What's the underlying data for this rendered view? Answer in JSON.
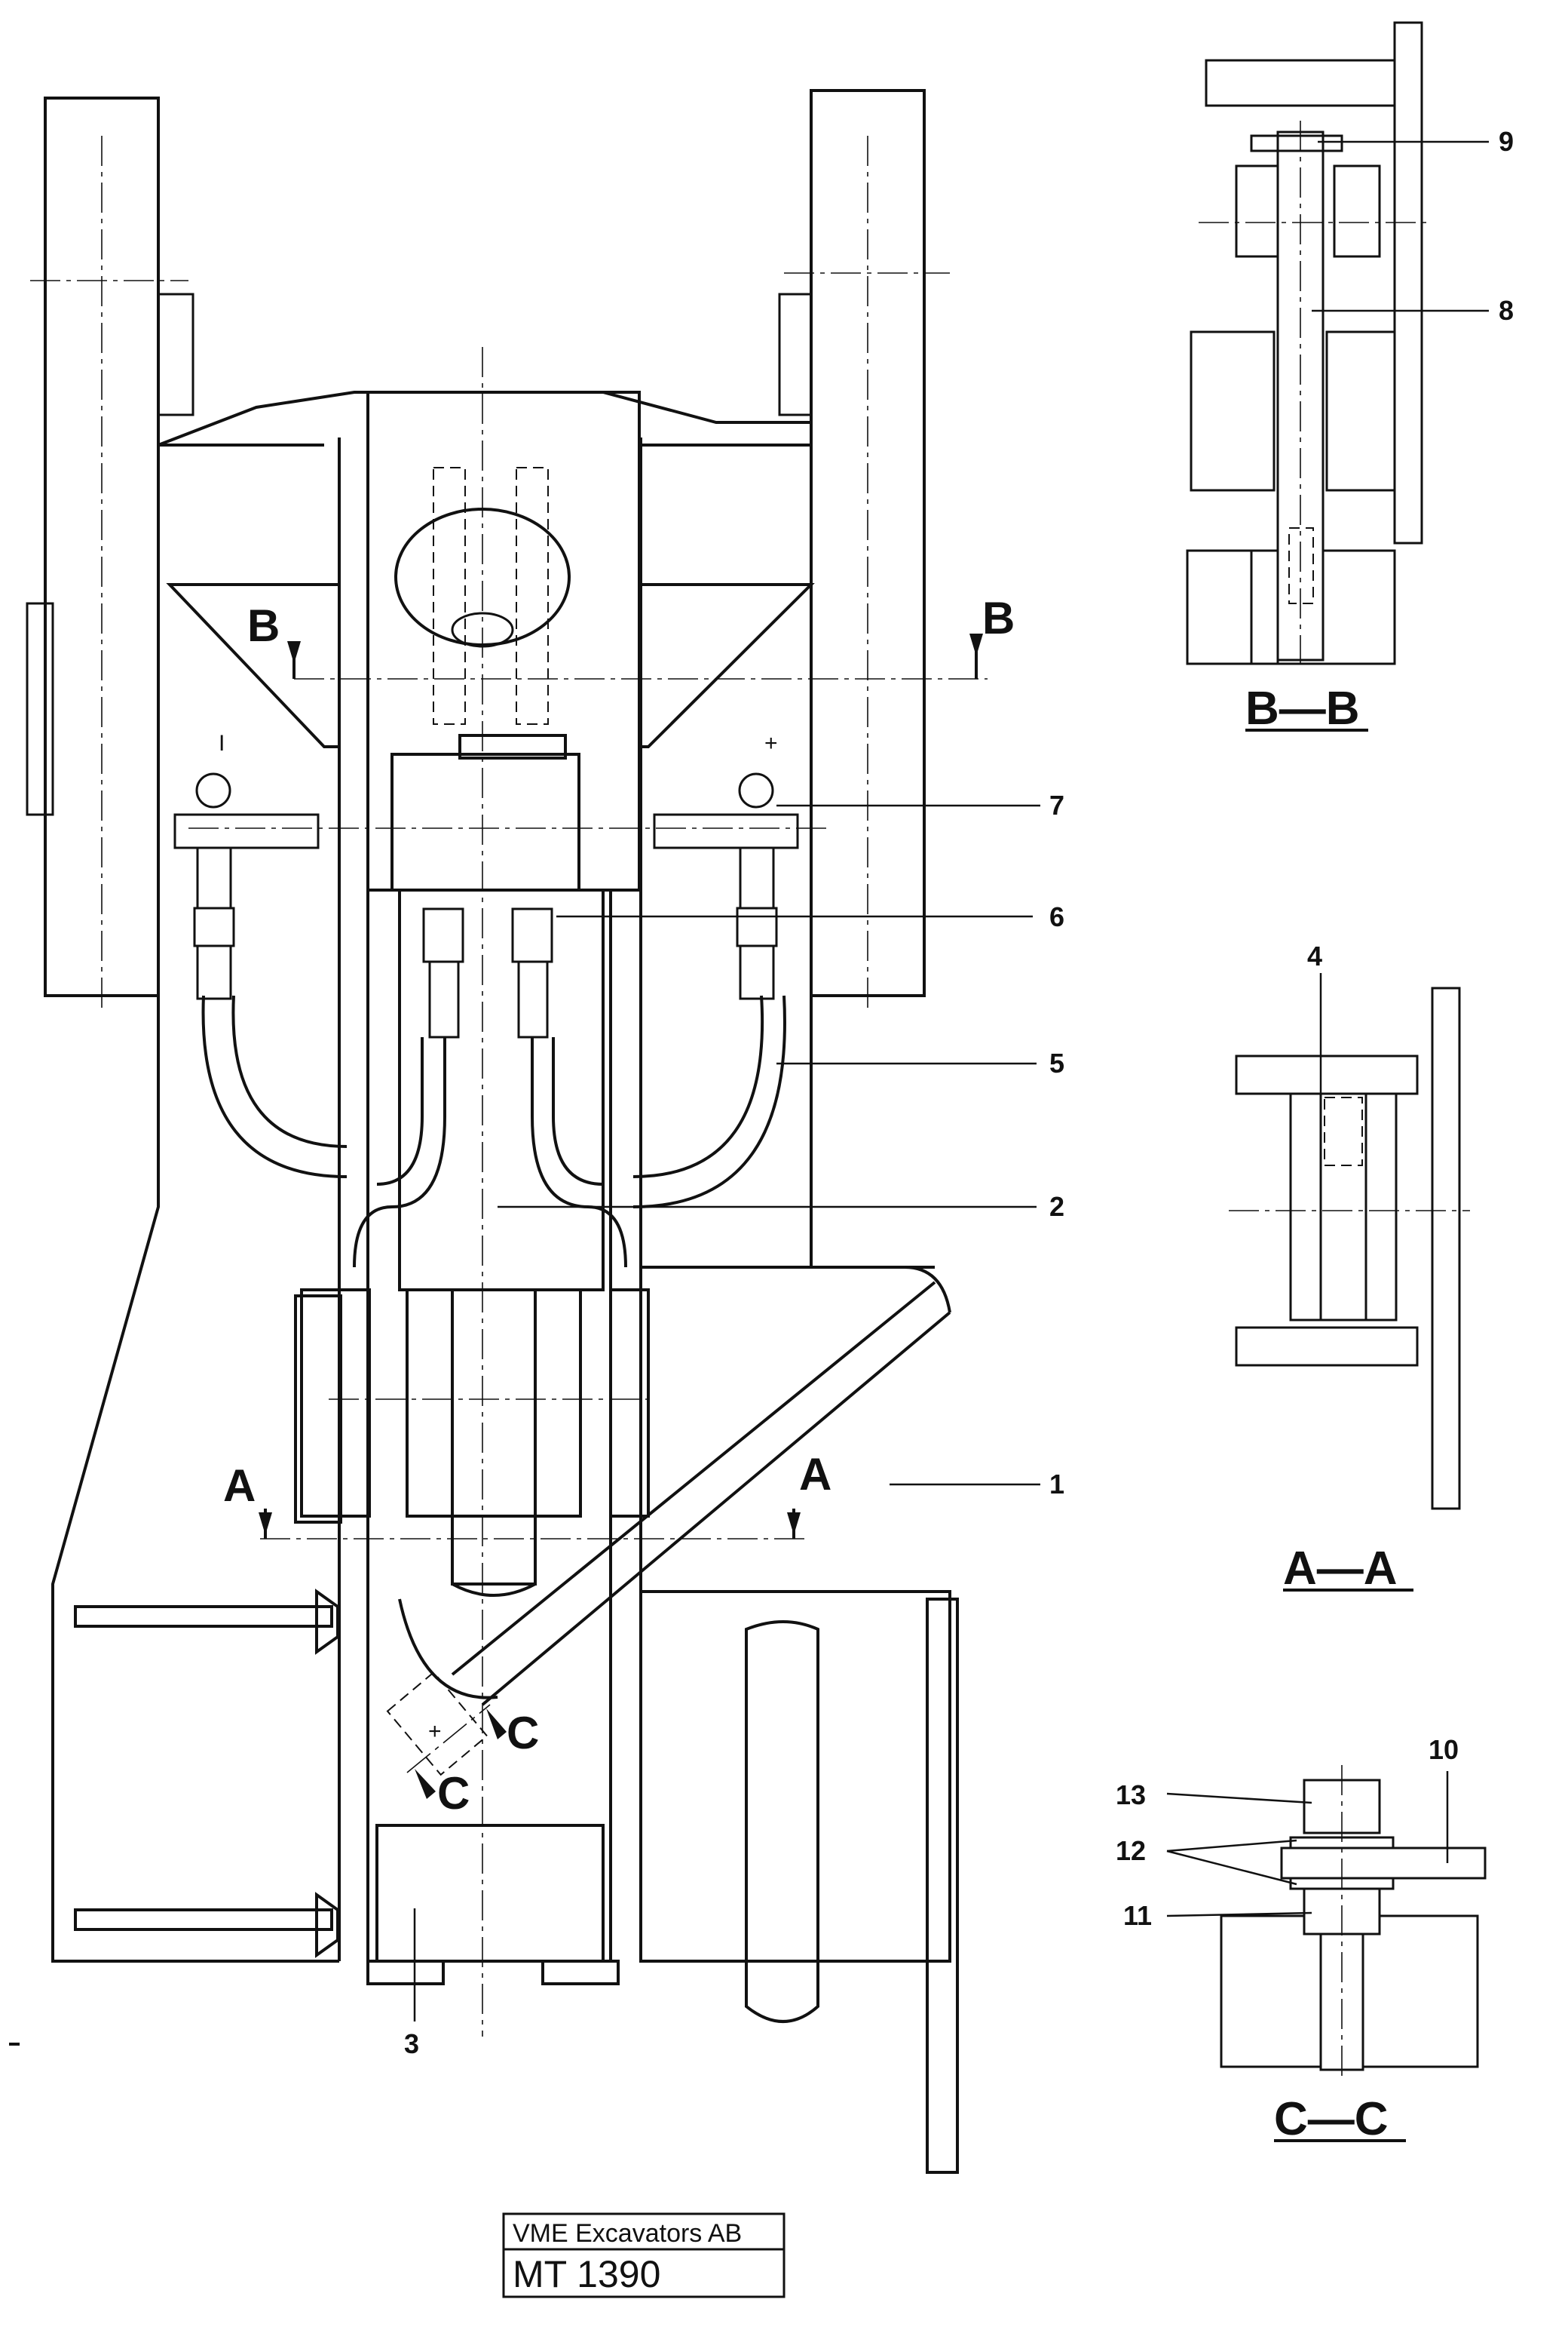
{
  "callouts": {
    "c1": "1",
    "c2": "2",
    "c3": "3",
    "c4": "4",
    "c5": "5",
    "c6": "6",
    "c7": "7",
    "c8": "8",
    "c9": "9",
    "c10": "10",
    "c11": "11",
    "c12": "12",
    "c13": "13"
  },
  "section_markers": {
    "a_left": "A",
    "a_right": "A",
    "b_left": "B",
    "b_right": "B",
    "c_upper": "C",
    "c_lower": "C"
  },
  "section_views": {
    "bb": "B—B",
    "aa": "A—A",
    "cc": "C—C"
  },
  "terminal_marks": {
    "minus": "I",
    "plus": "+"
  },
  "title_block": {
    "company": "VME Excavators AB",
    "drawing_no": "MT 1390"
  }
}
